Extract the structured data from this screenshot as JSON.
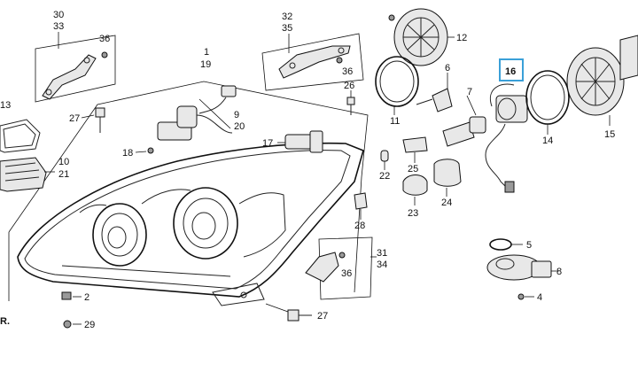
{
  "diagram": {
    "highlighted_part": "16",
    "highlight_color": "#3aa0d8",
    "callouts": {
      "c1": "1",
      "c19": "19",
      "c9": "9",
      "c20": "20",
      "c30": "30",
      "c33": "33",
      "c36a": "36",
      "c32": "32",
      "c35": "35",
      "c36b": "36",
      "c12": "12",
      "c11": "11",
      "c6": "6",
      "c7": "7",
      "c16": "16",
      "c14": "14",
      "c15": "15",
      "c13": "13",
      "c10": "10",
      "c21": "21",
      "c27a": "27",
      "c18": "18",
      "c17": "17",
      "c26": "26",
      "c22": "22",
      "c25": "25",
      "c23": "23",
      "c24": "24",
      "c28": "28",
      "c31": "31",
      "c34": "34",
      "c36c": "36",
      "c5": "5",
      "c8": "8",
      "c4": "4",
      "c2": "2",
      "c29": "29",
      "c27b": "27",
      "fr": "R."
    }
  }
}
